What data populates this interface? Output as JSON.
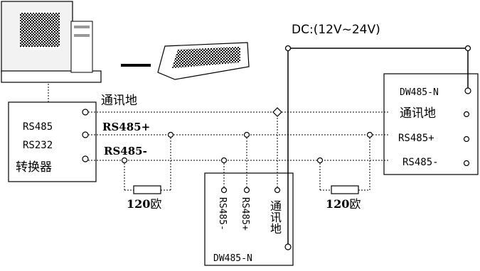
{
  "power": {
    "dc_label": "DC:(12V~24V)"
  },
  "bus": {
    "ground_label": "通讯地",
    "plus_label": "RS485+",
    "minus_label": "RS485-"
  },
  "converter": {
    "rs485": "RS485",
    "rs232": "RS232",
    "name": "转换器"
  },
  "device_right": {
    "name": "DW485-N",
    "ground": "通讯地",
    "plus": "RS485+",
    "minus": "RS485-"
  },
  "device_bottom": {
    "name": "DW485-N",
    "minus": "RS485-",
    "plus": "RS485+",
    "ground": "通讯地"
  },
  "resistors": {
    "left_value": "120",
    "left_unit": "欧",
    "right_value": "120",
    "right_unit": "欧"
  }
}
